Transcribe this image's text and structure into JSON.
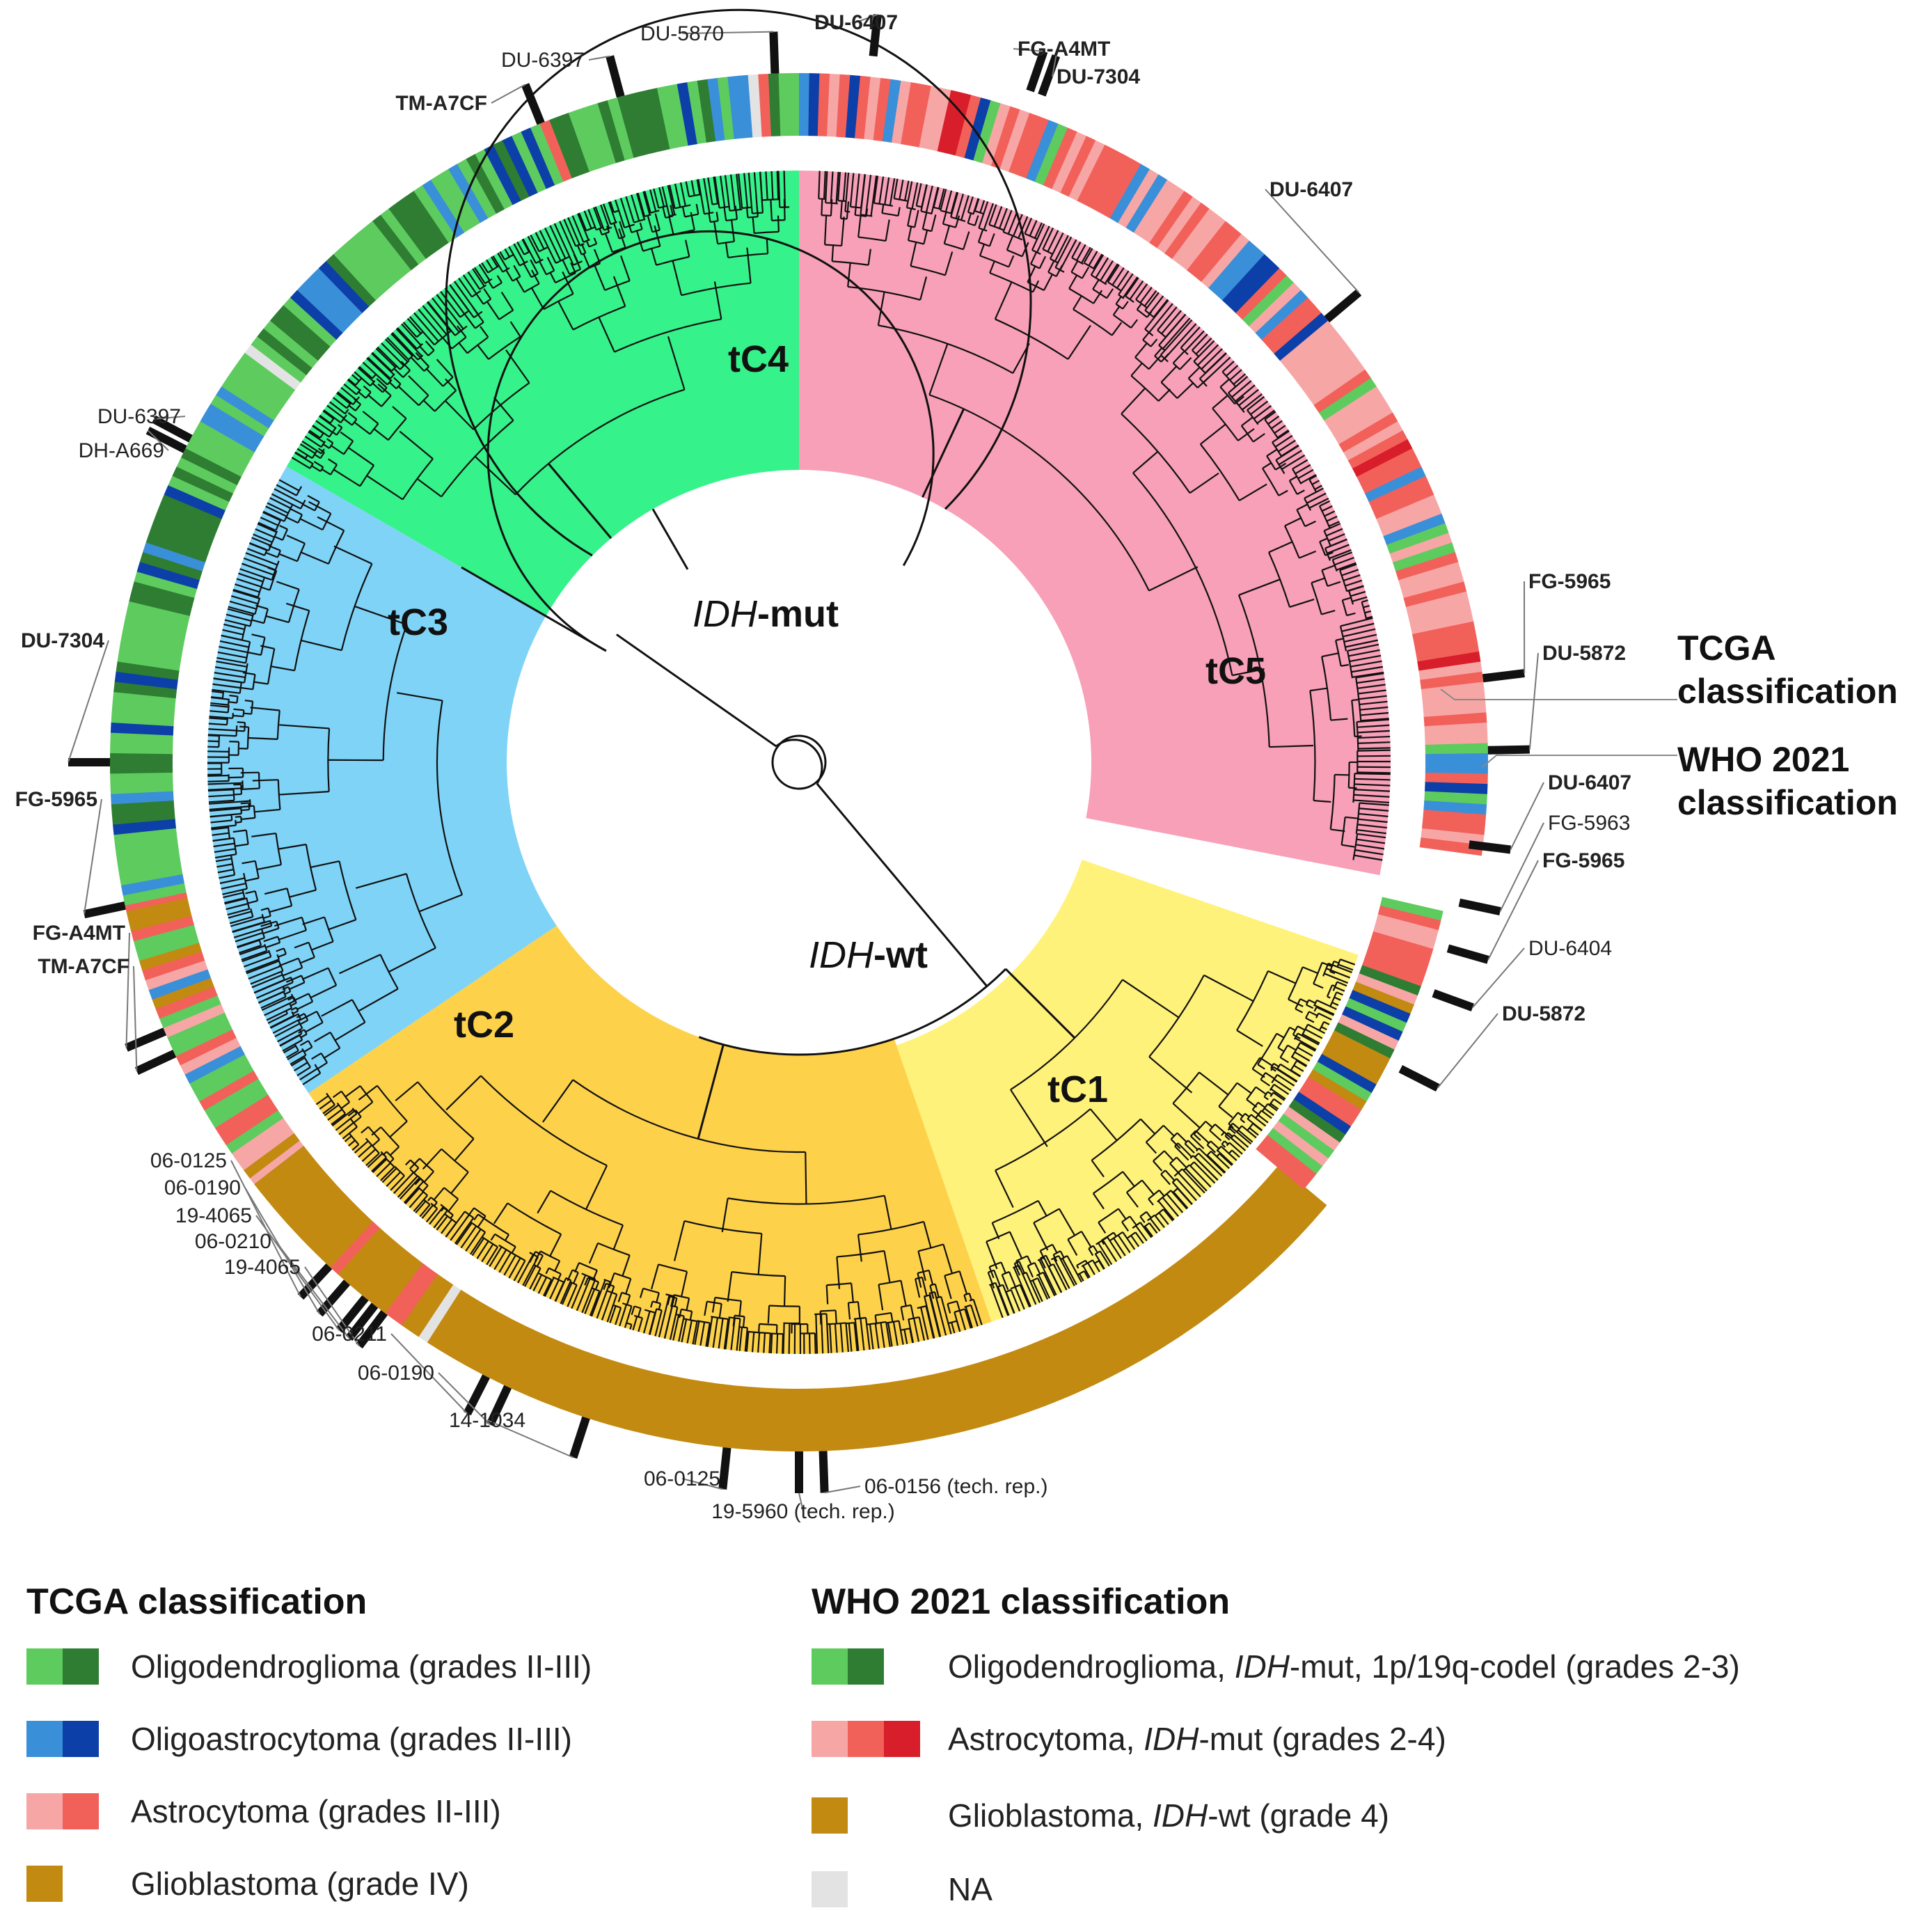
{
  "colors": {
    "oligo_light": "#5ecb5e",
    "oligo_dark": "#2e7d32",
    "oligoastro_light": "#3a8fd9",
    "oligoastro_dark": "#0d3fa8",
    "astro_light": "#f7a6a6",
    "astro_mid": "#f2605a",
    "astro_dark": "#d81e2a",
    "gbm": "#c28a10",
    "na": "#e3e3e3",
    "tc1": "#fff27a",
    "tc2": "#fdd24a",
    "tc3": "#7fd3f7",
    "tc4": "#35f28a",
    "tc5": "#f7a0b8"
  },
  "diagram": {
    "clades": [
      {
        "id": "tC1",
        "label": "tC1"
      },
      {
        "id": "tC2",
        "label": "tC2"
      },
      {
        "id": "tC3",
        "label": "tC3"
      },
      {
        "id": "tC4",
        "label": "tC4"
      },
      {
        "id": "tC5",
        "label": "tC5"
      }
    ],
    "root_labels": {
      "idh_mut_italic": "IDH",
      "idh_mut_rest": "-mut",
      "idh_wt_italic": "IDH",
      "idh_wt_rest": "-wt"
    },
    "ring_labels": {
      "tcga_line1": "TCGA",
      "tcga_line2": "classification",
      "who_line1": "WHO 2021",
      "who_line2": "classification"
    },
    "sample_labels": [
      {
        "text": "DU-6407",
        "bold": true
      },
      {
        "text": "FG-A4MT",
        "bold": true
      },
      {
        "text": "DU-7304",
        "bold": true
      },
      {
        "text": "DU-5870",
        "bold": false
      },
      {
        "text": "DU-6397",
        "bold": false
      },
      {
        "text": "TM-A7CF",
        "bold": true
      },
      {
        "text": "DU-6407",
        "bold": true
      },
      {
        "text": "DU-6397",
        "bold": false
      },
      {
        "text": "DH-A669",
        "bold": false
      },
      {
        "text": "DU-7304",
        "bold": true
      },
      {
        "text": "FG-5965",
        "bold": true
      },
      {
        "text": "FG-A4MT",
        "bold": true
      },
      {
        "text": "TM-A7CF",
        "bold": true
      },
      {
        "text": "FG-5965",
        "bold": true
      },
      {
        "text": "DU-5872",
        "bold": true
      },
      {
        "text": "DU-6407",
        "bold": true
      },
      {
        "text": "FG-5963",
        "bold": false
      },
      {
        "text": "FG-5965",
        "bold": true
      },
      {
        "text": "DU-6404",
        "bold": false
      },
      {
        "text": "DU-5872",
        "bold": true
      },
      {
        "text": "06-0125",
        "bold": false
      },
      {
        "text": "06-0190",
        "bold": false
      },
      {
        "text": "19-4065",
        "bold": false
      },
      {
        "text": "06-0210",
        "bold": false
      },
      {
        "text": "19-4065",
        "bold": false
      },
      {
        "text": "06-0211",
        "bold": false
      },
      {
        "text": "06-0190",
        "bold": false
      },
      {
        "text": "14-1034",
        "bold": false
      },
      {
        "text": "06-0125",
        "bold": false
      },
      {
        "text": "19-5960 (tech. rep.)",
        "bold": false
      },
      {
        "text": "06-0156 (tech. rep.)",
        "bold": false
      }
    ]
  },
  "legend": {
    "tcga": {
      "title": "TCGA classification",
      "items": [
        {
          "label": "Oligodendroglioma (grades II-III)",
          "swatches": [
            "#5ecb5e",
            "#2e7d32"
          ]
        },
        {
          "label": "Oligoastrocytoma (grades II-III)",
          "swatches": [
            "#3a8fd9",
            "#0d3fa8"
          ]
        },
        {
          "label": "Astrocytoma (grades II-III)",
          "swatches": [
            "#f7a6a6",
            "#f2605a"
          ]
        },
        {
          "label": "Glioblastoma (grade IV)",
          "swatches": [
            "#c28a10"
          ]
        }
      ]
    },
    "who": {
      "title": "WHO 2021 classification",
      "items": [
        {
          "label_pre": "Oligodendroglioma, ",
          "label_italic": "IDH",
          "label_post": "-mut, 1p/19q-codel (grades 2-3)",
          "swatches": [
            "#5ecb5e",
            "#2e7d32"
          ]
        },
        {
          "label_pre": "Astrocytoma, ",
          "label_italic": "IDH",
          "label_post": "-mut (grades 2-4)",
          "swatches": [
            "#f7a6a6",
            "#f2605a",
            "#d81e2a"
          ]
        },
        {
          "label_pre": "Glioblastoma, ",
          "label_italic": "IDH",
          "label_post": "-wt (grade 4)",
          "swatches": [
            "#c28a10"
          ]
        },
        {
          "label_pre": "NA",
          "label_italic": "",
          "label_post": "",
          "swatches": [
            "#e3e3e3"
          ]
        }
      ]
    }
  }
}
